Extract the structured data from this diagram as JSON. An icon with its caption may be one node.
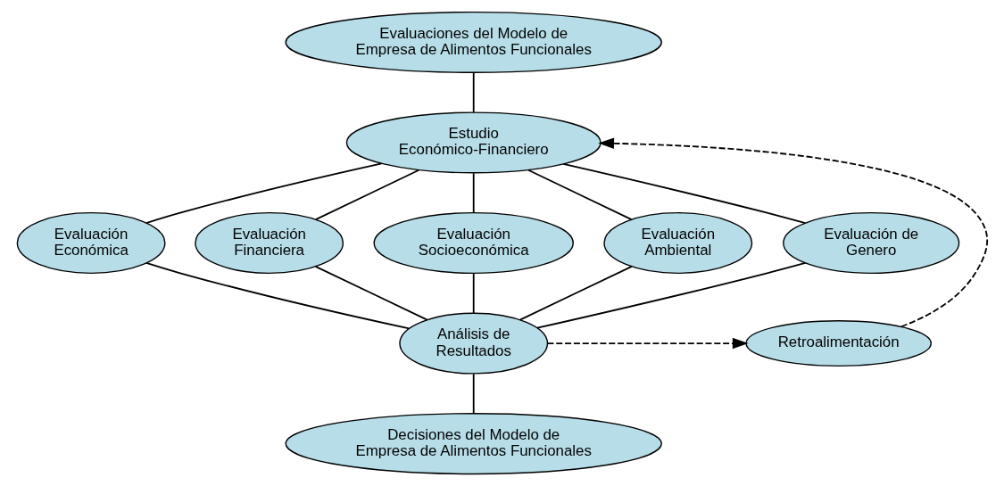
{
  "diagram": {
    "nodes": [
      {
        "text": [
          "Evaluaciones del Modelo de Empresa de Alimentos Funcionales"
        ]
      },
      {
        "text": [
          "Estudio Económico-Financiero"
        ]
      },
      {
        "text": [
          "Evaluación Económica"
        ]
      },
      {
        "text": [
          "Evaluación Financiera"
        ]
      },
      {
        "text": [
          "Evaluación Socioeconómica"
        ]
      },
      {
        "text": [
          "Evaluación Ambiental"
        ]
      },
      {
        "text": [
          "Evaluación de Genero"
        ]
      },
      {
        "text": [
          "Retroalimentación"
        ]
      },
      {
        "text": [
          "Análisis de Resultados"
        ]
      },
      {
        "text": [
          "Decisiones del Modelo de Empresa de Alimentos Funcionales"
        ]
      }
    ],
    "edges": [
      {
        "from": 0,
        "to": 1,
        "arrow": "none"
      },
      {
        "from": 1,
        "to": 2,
        "arrow": "none"
      },
      {
        "from": 1,
        "to": 3,
        "arrow": "none"
      },
      {
        "from": 1,
        "to": 4,
        "arrow": "none"
      },
      {
        "from": 1,
        "to": 5,
        "arrow": "none"
      },
      {
        "from": 1,
        "to": 6,
        "arrow": "none"
      },
      {
        "from": 2,
        "to": 8,
        "arrow": "none"
      },
      {
        "from": 3,
        "to": 8,
        "arrow": "none"
      },
      {
        "from": 4,
        "to": 8,
        "arrow": "none"
      },
      {
        "from": 5,
        "to": 8,
        "arrow": "none"
      },
      {
        "from": 6,
        "to": 8,
        "arrow": "none"
      },
      {
        "from": 8,
        "to": 9,
        "arrow": "none"
      },
      {
        "from": 8,
        "to": 7,
        "arrow": "to",
        "style": "dashed"
      },
      {
        "from": 7,
        "to": 1,
        "arrow": "to",
        "style": "dashed"
      }
    ]
  }
}
